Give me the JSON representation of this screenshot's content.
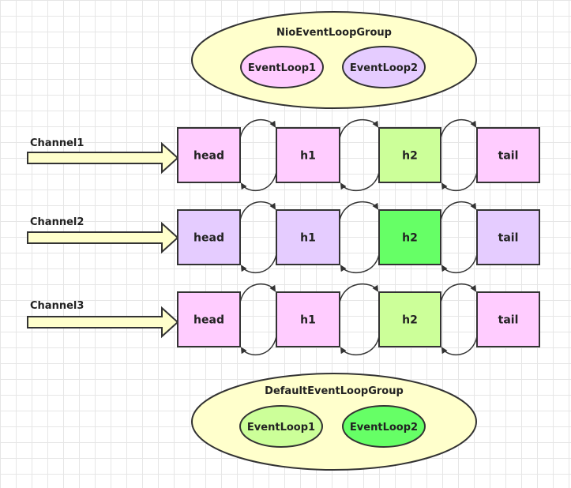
{
  "groups": {
    "nio": {
      "label": "NioEventLoopGroup",
      "loops": [
        {
          "label": "EventLoop1",
          "color": "#ffccff"
        },
        {
          "label": "EventLoop2",
          "color": "#e5ccff"
        }
      ]
    },
    "default": {
      "label": "DefaultEventLoopGroup",
      "loops": [
        {
          "label": "EventLoop1",
          "color": "#ccff99"
        },
        {
          "label": "EventLoop2",
          "color": "#66ff66"
        }
      ]
    }
  },
  "channels": [
    {
      "label": "Channel1",
      "nodes": [
        {
          "label": "head",
          "color": "#ffccff"
        },
        {
          "label": "h1",
          "color": "#ffccff"
        },
        {
          "label": "h2",
          "color": "#ccff99"
        },
        {
          "label": "tail",
          "color": "#ffccff"
        }
      ]
    },
    {
      "label": "Channel2",
      "nodes": [
        {
          "label": "head",
          "color": "#e5ccff"
        },
        {
          "label": "h1",
          "color": "#e5ccff"
        },
        {
          "label": "h2",
          "color": "#66ff66"
        },
        {
          "label": "tail",
          "color": "#e5ccff"
        }
      ]
    },
    {
      "label": "Channel3",
      "nodes": [
        {
          "label": "head",
          "color": "#ffccff"
        },
        {
          "label": "h1",
          "color": "#ffccff"
        },
        {
          "label": "h2",
          "color": "#ccff99"
        },
        {
          "label": "tail",
          "color": "#ffccff"
        }
      ]
    }
  ],
  "colors": {
    "group_fill": "#ffffcc",
    "arrow_fill": "#ffffcc",
    "stroke": "#333333"
  }
}
